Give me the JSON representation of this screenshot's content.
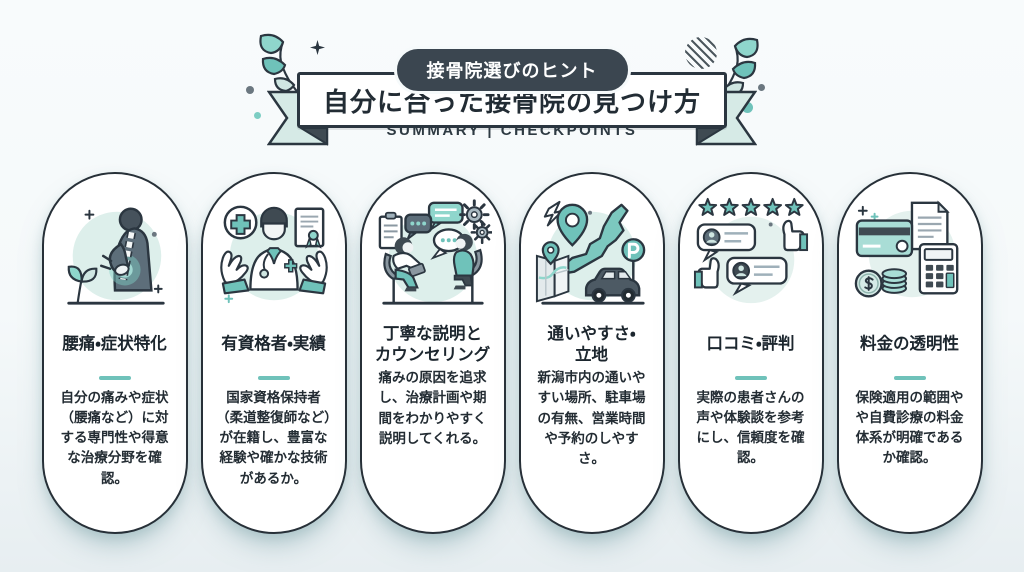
{
  "header": {
    "badge": "接骨院選びのヒント",
    "title": "自分に合った接骨院の見つけ方",
    "subtitle": "SUMMARY | CHECKPOINTS"
  },
  "colors": {
    "accent_teal": "#6fc2ba",
    "teal_light": "#8fd6cc",
    "dark_outline": "#2b3640",
    "badge_background": "#3b4650",
    "ribbon_fold": "#d6eae6",
    "page_background": "#f5f9fa"
  },
  "cards": [
    {
      "icon": "back-pain-icon",
      "title": "腰痛・症状特化",
      "divider": true,
      "description": "自分の痛みや症状（腰痛など）に対する専門性や得意な治療分野を確認。"
    },
    {
      "icon": "qualified-doctor-icon",
      "title": "有資格者・実績",
      "divider": true,
      "description": "国家資格保持者（柔道整復師など）が在籍し、豊富な経験や確かな技術があるか。"
    },
    {
      "icon": "counseling-icon",
      "title": "丁寧な説明と\nカウンセリング",
      "divider": false,
      "description": "痛みの原因を追求し、治療計画や期間をわかりやすく説明してくれる。"
    },
    {
      "icon": "map-access-icon",
      "title": "通いやすさ・\n立地",
      "divider": false,
      "description": "新潟市内の通いやすい場所、駐車場の有無、営業時間や予約のしやすさ。"
    },
    {
      "icon": "reviews-rating-icon",
      "title": "口コミ・評判",
      "divider": true,
      "description": "実際の患者さんの声や体験談を参考にし、信頼度を確認。"
    },
    {
      "icon": "price-transparency-icon",
      "title": "料金の透明性",
      "divider": true,
      "description": "保険適用の範囲やや自費診療の料金体系が明確であるか確認。"
    }
  ]
}
